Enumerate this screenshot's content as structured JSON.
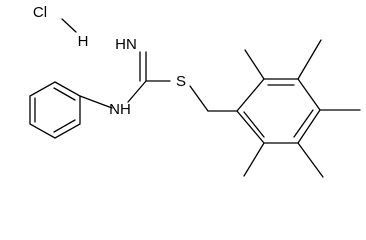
{
  "molecule": {
    "atoms": {
      "cl": "Cl",
      "h": "H",
      "imine": "HN",
      "amine": "NH",
      "sulfur": "S"
    },
    "colors": {
      "bond": "#000000",
      "label": "#000000",
      "background": "#ffffff"
    }
  }
}
